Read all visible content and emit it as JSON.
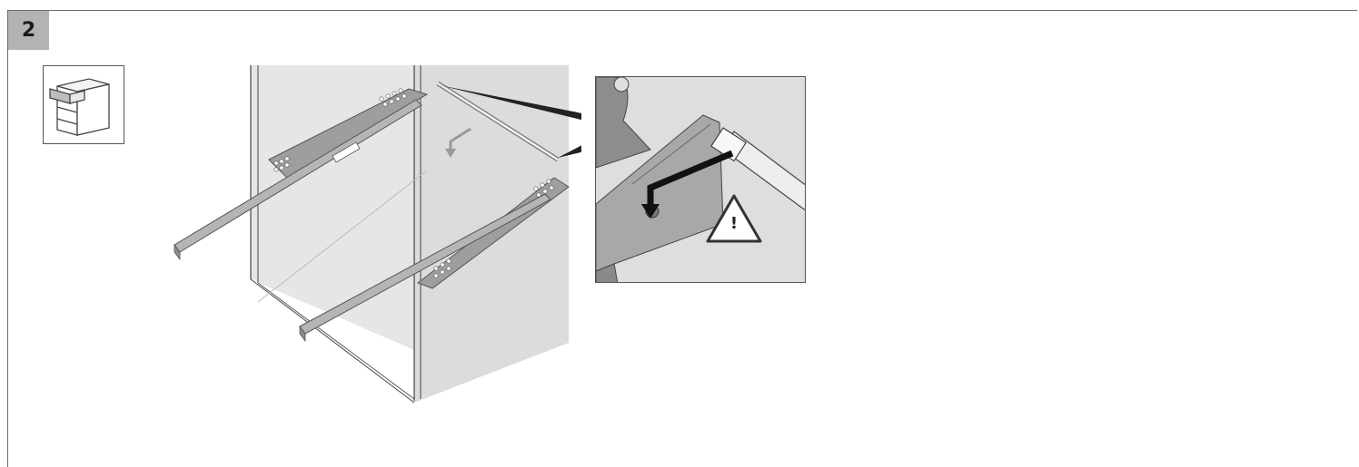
{
  "step": {
    "number": "2"
  },
  "warning": {
    "symbol": "!"
  },
  "colors": {
    "badge_bg": "#b3b3b3",
    "cabinet_panel": "#e4e4e4",
    "rail_gray": "#a9a9a9",
    "outline": "#555555"
  },
  "icons": [
    "drawer-cabinet-icon",
    "runner-rail-illustration",
    "fixing-detail-zoom",
    "insert-arrow-icon",
    "warning-triangle-icon"
  ]
}
